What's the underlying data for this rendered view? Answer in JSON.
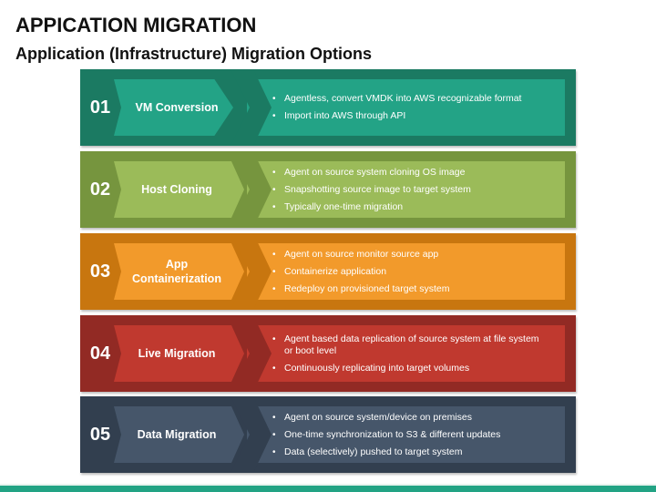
{
  "header": {
    "title": "APPICATION MIGRATION",
    "subtitle": "Application (Infrastructure) Migration Options"
  },
  "colors": {
    "bottom_bar": "#22a384",
    "text_light": "#ffffff",
    "title_text": "#111111"
  },
  "options": [
    {
      "number": "01",
      "label": "VM Conversion",
      "dark_color": "#1b7a62",
      "light_color": "#23a386",
      "bullets": [
        "Agentless, convert VMDK into AWS recognizable format",
        "Import into AWS through API"
      ]
    },
    {
      "number": "02",
      "label": "Host Cloning",
      "dark_color": "#76953e",
      "light_color": "#9bbb59",
      "bullets": [
        "Agent on source system cloning OS image",
        "Snapshotting source image to target system",
        "Typically one-time migration"
      ]
    },
    {
      "number": "03",
      "label": "App Containerization",
      "dark_color": "#c8760f",
      "light_color": "#f29a2b",
      "bullets": [
        "Agent on source monitor source app",
        "Containerize application",
        "Redeploy on provisioned target system"
      ]
    },
    {
      "number": "04",
      "label": "Live Migration",
      "dark_color": "#922a24",
      "light_color": "#c0392f",
      "bullets": [
        "Agent based data replication of source  system at file system or boot level",
        "Continuously replicating into target volumes"
      ]
    },
    {
      "number": "05",
      "label": "Data Migration",
      "dark_color": "#323f4f",
      "light_color": "#46566a",
      "bullets": [
        "Agent on source system/device on premises",
        "One-time synchronization to S3 & different updates",
        "Data (selectively) pushed to target system"
      ]
    }
  ]
}
